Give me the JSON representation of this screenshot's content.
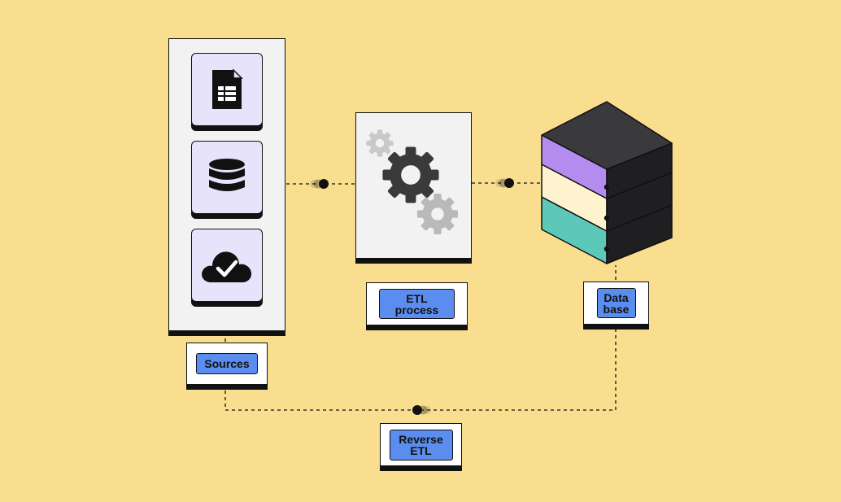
{
  "colors": {
    "background": "#f8de8e",
    "panel": "#f2f2f2",
    "tile": "#e6e3fb",
    "label_chip": "#5b8def",
    "server_purple": "#b48cf0",
    "server_cream": "#fdf3cf",
    "server_teal": "#5cc9b8",
    "dark": "#1f1f22"
  },
  "icons": {
    "source_1": "spreadsheet-file-icon",
    "source_2": "database-icon",
    "source_3": "cloud-check-icon",
    "etl": "gears-icon",
    "database": "server-stack-icon"
  },
  "labels": {
    "sources": "Sources",
    "etl_process": "ETL\nprocess",
    "database": "Data\nbase",
    "reverse_etl": "Reverse\nETL"
  }
}
